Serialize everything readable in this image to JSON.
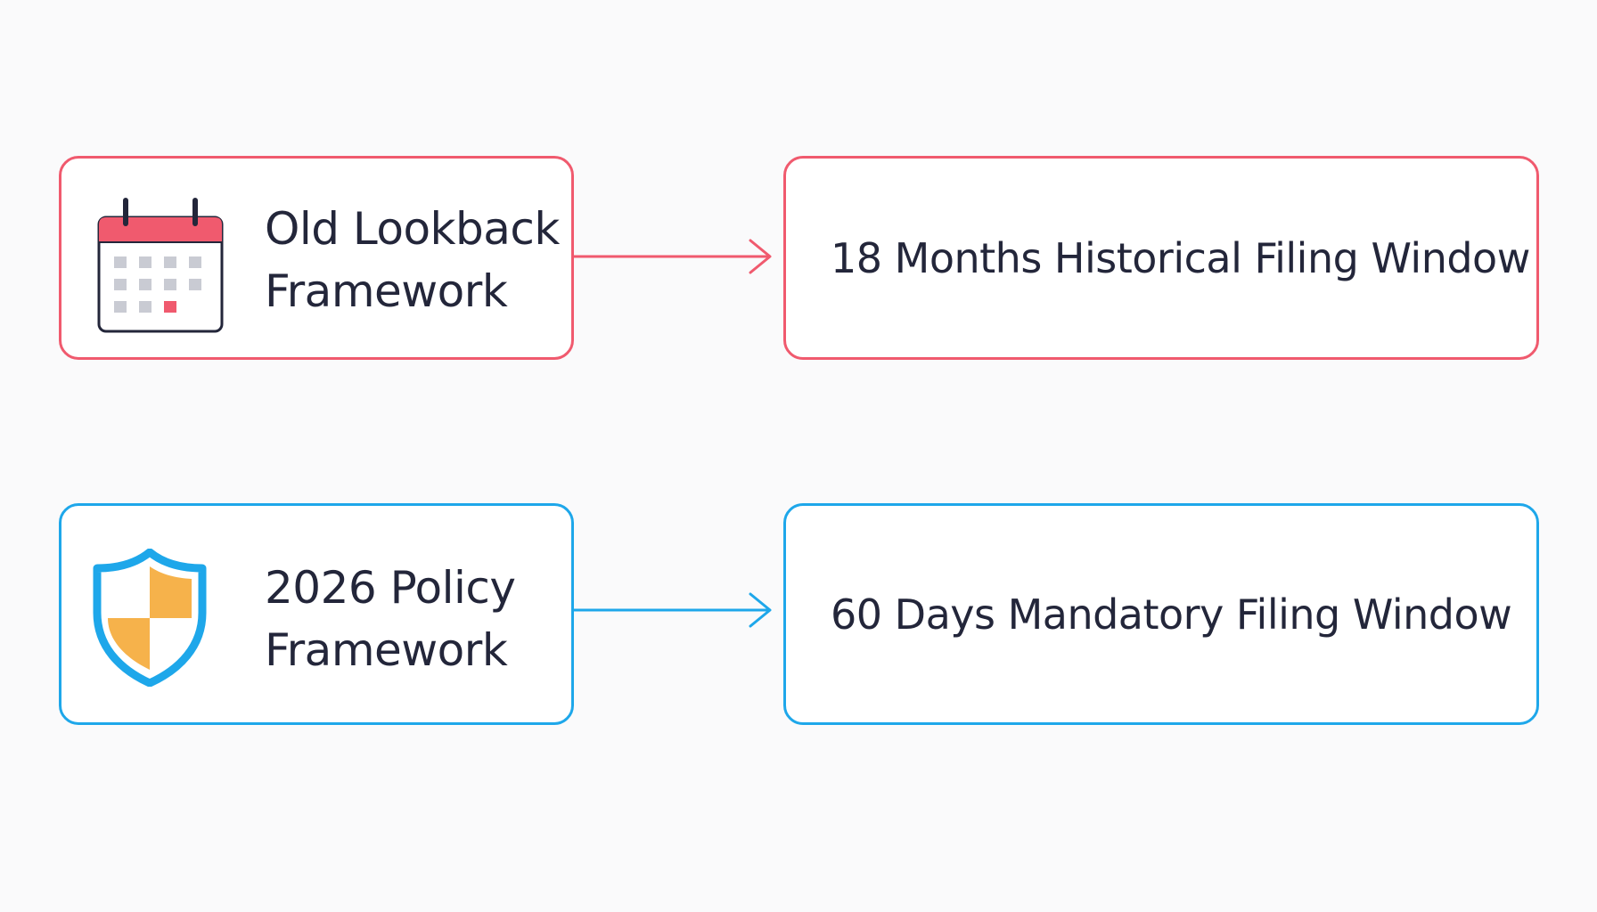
{
  "rows": [
    {
      "source_label": "Old Lookback\nFramework",
      "source_icon": "calendar-icon",
      "target_label": "18 Months Historical Filing Window",
      "color": "#f05a6e"
    },
    {
      "source_label": "2026 Policy\nFramework",
      "source_icon": "shield-icon",
      "target_label": "60 Days Mandatory Filing Window",
      "color": "#1ea7ea"
    }
  ],
  "colors": {
    "text": "#23263a",
    "shield_fill": "#f6b24b",
    "calendar_cells": "#c9cbd3",
    "calendar_highlight": "#f05a6e"
  }
}
